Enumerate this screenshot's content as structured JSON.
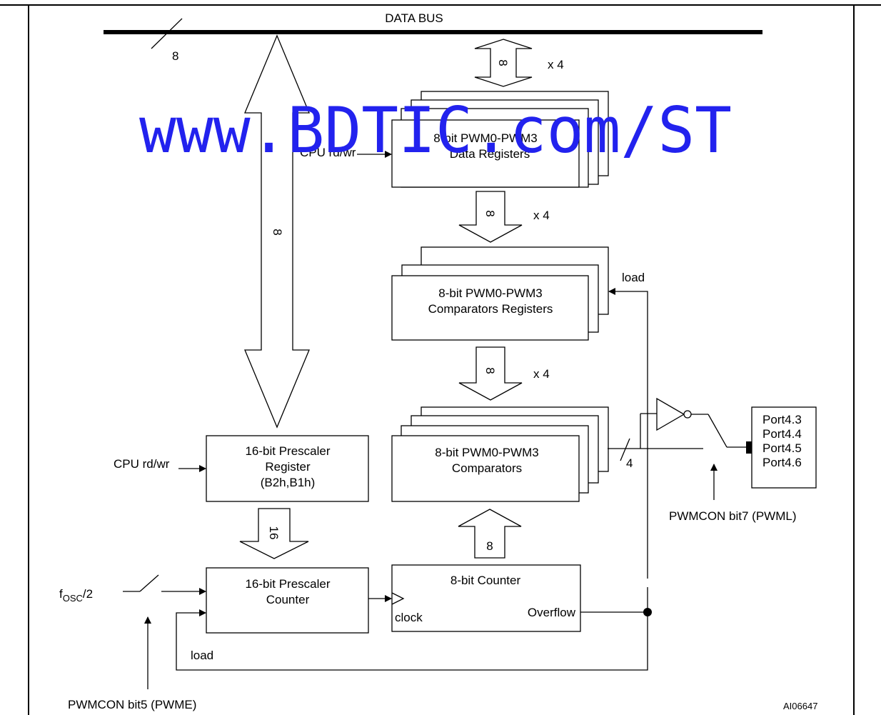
{
  "bus": {
    "label": "DATA BUS",
    "width_label": "8"
  },
  "widths": {
    "main_bidir": "8",
    "data_to_data_regs": "8",
    "data_regs_to_comp_regs": "8",
    "comp_regs_to_comparators": "8",
    "prescaler_reg_to_counter": "16",
    "counter_to_comparators": "8",
    "comparator_outputs": "4"
  },
  "multipliers": {
    "top": "x 4",
    "middle": "x 4",
    "lower": "x 4"
  },
  "blocks": {
    "data_registers": {
      "line1": "8-bit PWM0-PWM3",
      "line2": "Data Registers"
    },
    "comparators_registers": {
      "line1": "8-bit PWM0-PWM3",
      "line2": "Comparators Registers"
    },
    "comparators": {
      "line1": "8-bit PWM0-PWM3",
      "line2": "Comparators"
    },
    "prescaler_register": {
      "line1": "16-bit Prescaler",
      "line2": "Register",
      "line3": "(B2h,B1h)"
    },
    "prescaler_counter": {
      "line1": "16-bit Prescaler",
      "line2": "Counter"
    },
    "counter_8bit": {
      "title": "8-bit Counter",
      "clock": "clock",
      "overflow": "Overflow"
    }
  },
  "signals": {
    "cpu_rdwr_top": "CPU rd/wr",
    "cpu_rdwr_left": "CPU rd/wr",
    "load_right": "load",
    "load_bottom": "load",
    "fosc_main": "f",
    "fosc_sub": "OSC",
    "fosc_tail": "/2"
  },
  "ports": [
    "Port4.3",
    "Port4.4",
    "Port4.5",
    "Port4.6"
  ],
  "controls": {
    "pwml": "PWMCON bit7 (PWML)",
    "pwme": "PWMCON bit5 (PWME)"
  },
  "figure_id": "AI06647",
  "watermark": "www.BDTIC.com/ST"
}
